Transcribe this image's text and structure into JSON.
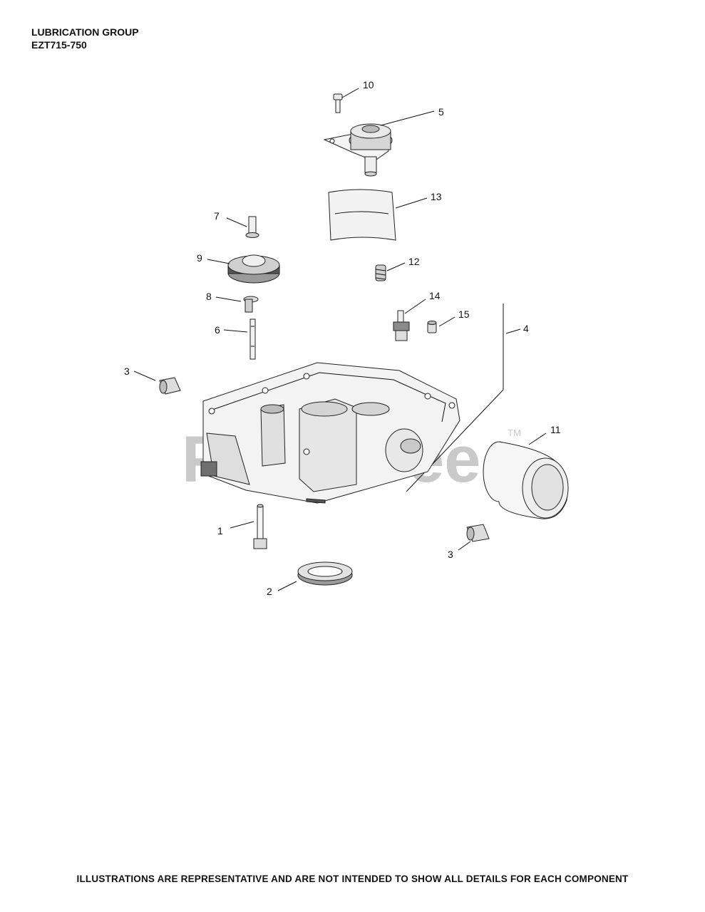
{
  "header": {
    "title_line1": "LUBRICATION GROUP",
    "title_line2": "EZT715-750"
  },
  "footer": {
    "disclaimer": "ILLUSTRATIONS ARE REPRESENTATIVE AND ARE NOT INTENDED TO SHOW ALL DETAILS FOR EACH COMPONENT"
  },
  "watermark": {
    "text": "PartsTree",
    "tm": "TM"
  },
  "callouts": {
    "c10": "10",
    "c5": "5",
    "c13": "13",
    "c7": "7",
    "c9": "9",
    "c12": "12",
    "c8": "8",
    "c14": "14",
    "c15": "15",
    "c4": "4",
    "c6": "6",
    "c3a": "3",
    "c11": "11",
    "c1": "1",
    "c3b": "3",
    "c2": "2"
  }
}
